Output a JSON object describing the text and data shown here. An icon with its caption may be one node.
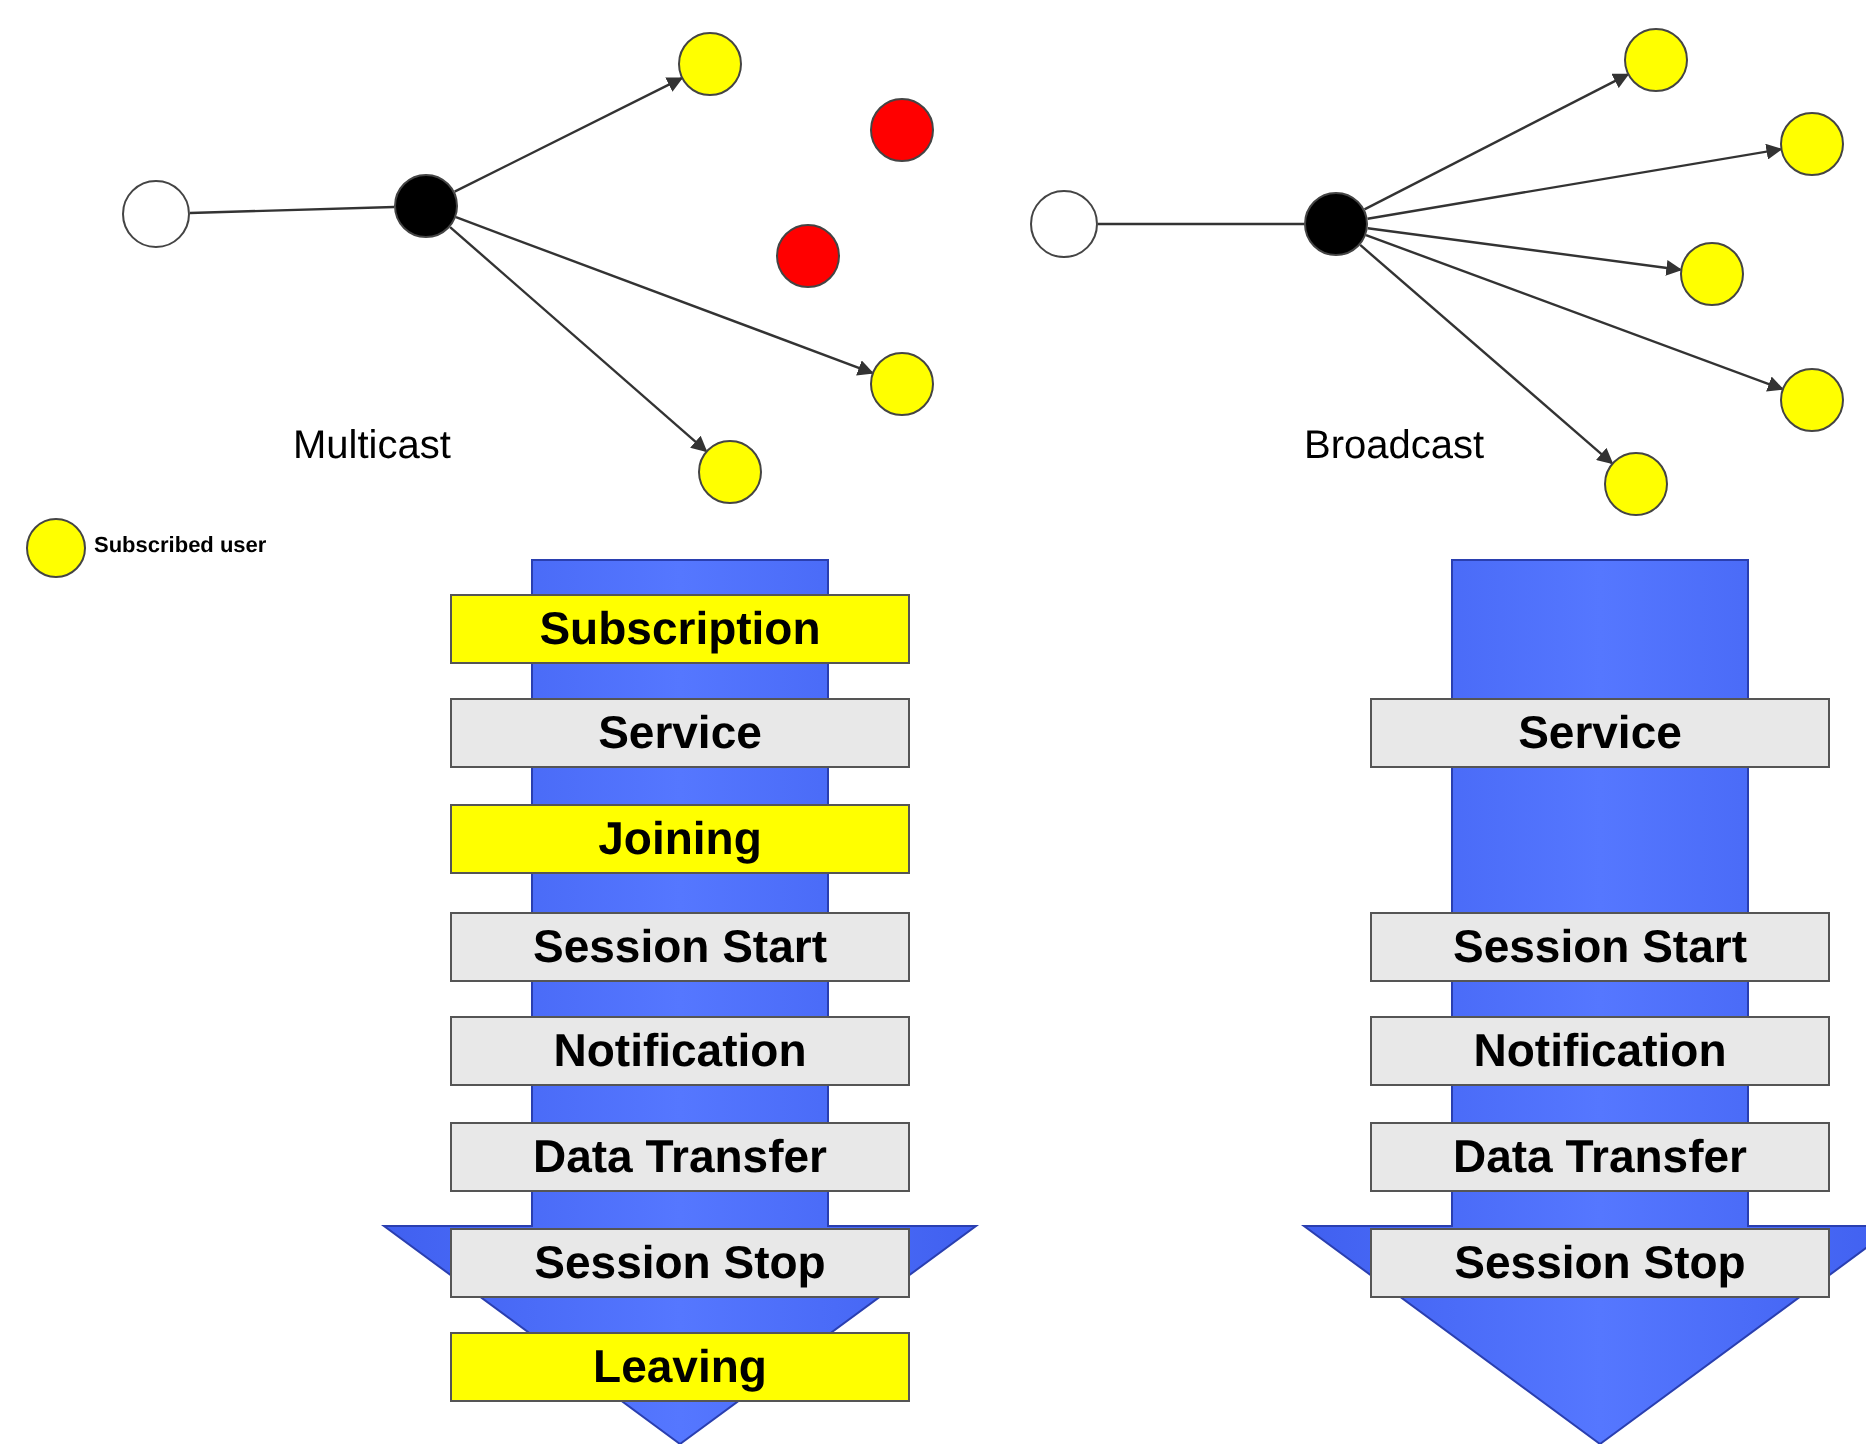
{
  "diagram": {
    "nodes": [
      {
        "text": [],
        "shape": "circle"
      },
      {
        "text": [],
        "shape": "circle"
      },
      {
        "text": [],
        "shape": "circle"
      },
      {
        "text": [],
        "shape": "circle"
      },
      {
        "text": [],
        "shape": "circle"
      },
      {
        "text": [],
        "shape": "circle"
      },
      {
        "text": [],
        "shape": "circle"
      },
      {
        "text": [],
        "shape": "circle"
      },
      {
        "text": [],
        "shape": "circle"
      },
      {
        "text": [],
        "shape": "circle"
      },
      {
        "text": [],
        "shape": "circle"
      },
      {
        "text": [],
        "shape": "circle"
      },
      {
        "text": [],
        "shape": "circle"
      },
      {
        "text": [],
        "shape": "circle"
      },
      {
        "text": [
          "Subscription"
        ]
      },
      {
        "text": [
          "Service"
        ]
      },
      {
        "text": [
          "Joining"
        ]
      },
      {
        "text": [
          "Session Start"
        ]
      },
      {
        "text": [
          "Notification"
        ]
      },
      {
        "text": [
          "Data Transfer"
        ]
      },
      {
        "text": [
          "Session Stop"
        ]
      },
      {
        "text": [
          "Leaving"
        ]
      },
      {
        "text": [
          "Service"
        ]
      },
      {
        "text": [
          "Session Start"
        ]
      },
      {
        "text": [
          "Notification"
        ]
      },
      {
        "text": [
          "Data Transfer"
        ]
      },
      {
        "text": [
          "Session Stop"
        ]
      }
    ],
    "edges": [
      {
        "from": 0,
        "to": 1,
        "arrow": "none"
      },
      {
        "from": 1,
        "to": 2,
        "arrow": "to"
      },
      {
        "from": 1,
        "to": 5,
        "arrow": "to"
      },
      {
        "from": 1,
        "to": 6,
        "arrow": "to"
      },
      {
        "from": 7,
        "to": 8,
        "arrow": "none"
      },
      {
        "from": 8,
        "to": 9,
        "arrow": "to"
      },
      {
        "from": 8,
        "to": 10,
        "arrow": "to"
      },
      {
        "from": 8,
        "to": 11,
        "arrow": "to"
      },
      {
        "from": 8,
        "to": 12,
        "arrow": "to"
      },
      {
        "from": 8,
        "to": 13,
        "arrow": "to"
      },
      {
        "from": 14,
        "to": 21,
        "arrow": "to",
        "style": "thick",
        "color": "#4060f0"
      },
      {
        "from": 22,
        "to": 26,
        "arrow": "to",
        "style": "thick",
        "color": "#4060f0"
      }
    ],
    "labels": [
      "Multicast",
      "Broadcast"
    ],
    "legend": [
      {
        "text": "Subscribed user",
        "color": "#ffff00"
      }
    ]
  }
}
